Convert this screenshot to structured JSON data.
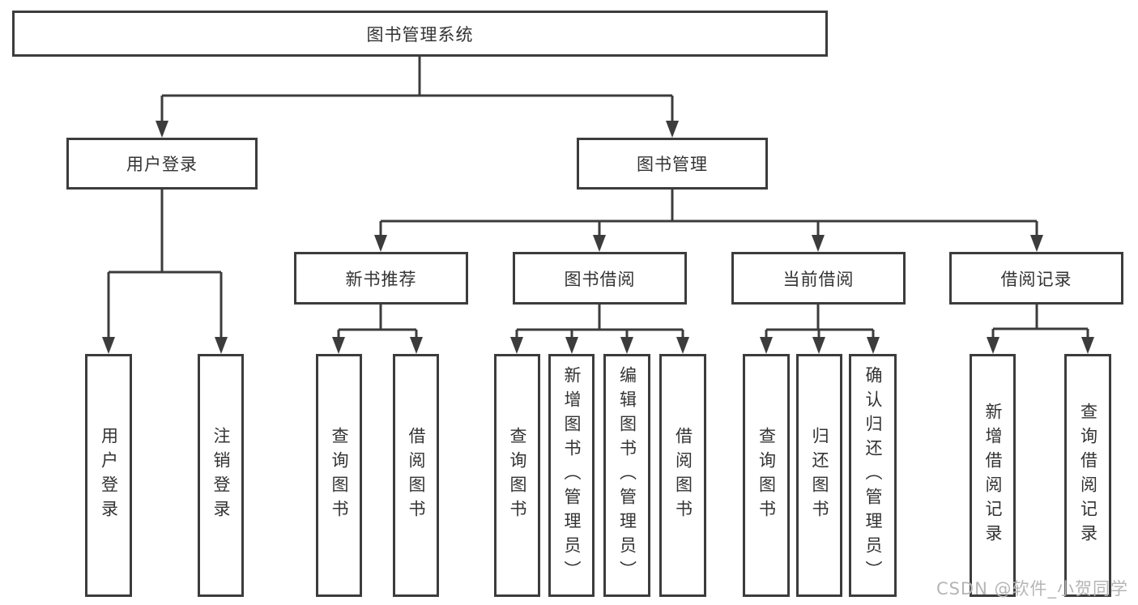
{
  "diagram": {
    "type": "hierarchy-tree",
    "title": "图书管理系统",
    "nodes": {
      "root": {
        "label": "图书管理系统"
      },
      "userLogin": {
        "label": "用户登录"
      },
      "bookMgmt": {
        "label": "图书管理"
      },
      "newBookRec": {
        "label": "新书推荐"
      },
      "bookBorrow": {
        "label": "图书借阅"
      },
      "currentBorrow": {
        "label": "当前借阅"
      },
      "borrowRecord": {
        "label": "借阅记录"
      },
      "leafUserLogin": {
        "label": "用户登录"
      },
      "leafLogout": {
        "label": "注销登录"
      },
      "leafQueryBook1": {
        "label": "查询图书"
      },
      "leafBorrowBook1": {
        "label": "借阅图书"
      },
      "leafQueryBook2": {
        "label": "查询图书"
      },
      "leafAddBook": {
        "label": "新增图书（管理员）"
      },
      "leafEditBook": {
        "label": "编辑图书（管理员）"
      },
      "leafBorrowBook2": {
        "label": "借阅图书"
      },
      "leafQueryBook3": {
        "label": "查询图书"
      },
      "leafReturnBook": {
        "label": "归还图书"
      },
      "leafConfirmRet": {
        "label": "确认归还（管理员）"
      },
      "leafAddRecord": {
        "label": "新增借阅记录"
      },
      "leafQueryRecord": {
        "label": "查询借阅记录"
      }
    },
    "hierarchy": {
      "图书管理系统": {
        "用户登录": [
          "用户登录",
          "注销登录"
        ],
        "图书管理": {
          "新书推荐": [
            "查询图书",
            "借阅图书"
          ],
          "图书借阅": [
            "查询图书",
            "新增图书（管理员）",
            "编辑图书（管理员）",
            "借阅图书"
          ],
          "当前借阅": [
            "查询图书",
            "归还图书",
            "确认归还（管理员）"
          ],
          "借阅记录": [
            "新增借阅记录",
            "查询借阅记录"
          ]
        }
      }
    },
    "line_color": "#3c3c3c",
    "text_color": "#333333"
  },
  "watermark": {
    "text": "CSDN @软件_小贺同学",
    "color": "#b5b5b5"
  }
}
